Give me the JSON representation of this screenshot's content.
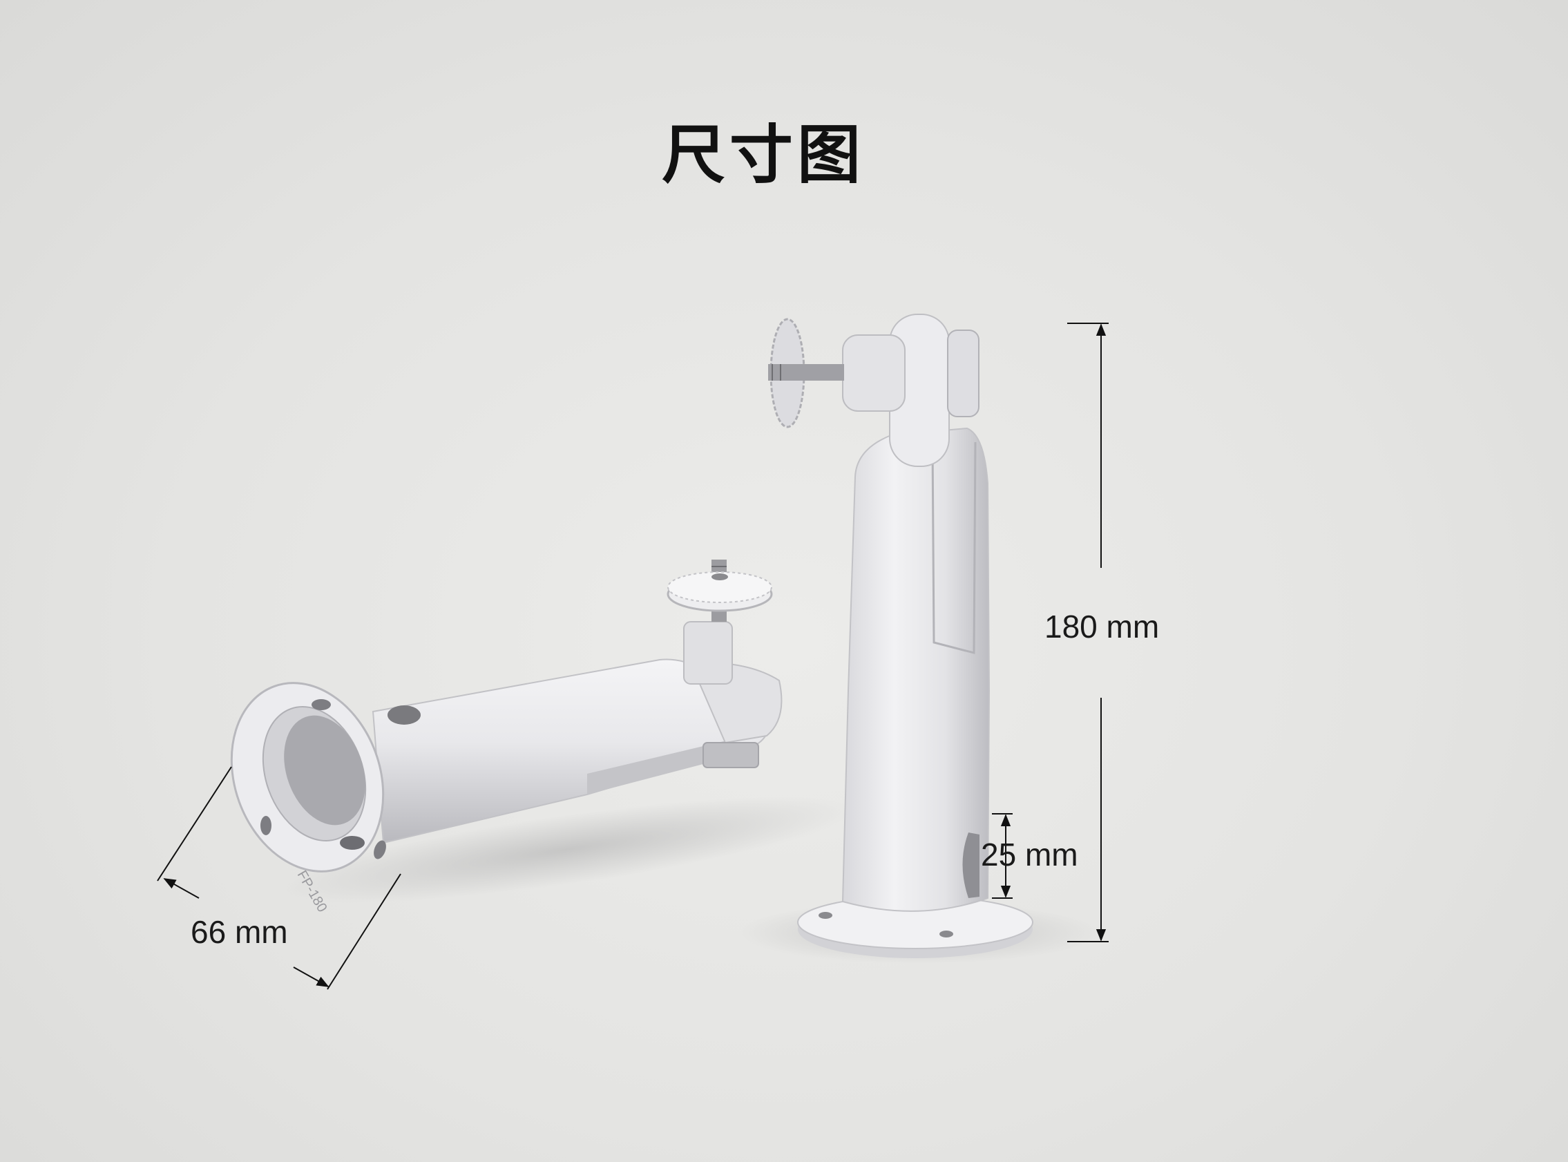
{
  "title": "尺寸图",
  "dimensions": {
    "height": "180 mm",
    "base_height": "25 mm",
    "diameter": "66 mm"
  },
  "engraving": "FP-180",
  "colors": {
    "background": "#e4e4e2",
    "product": "#e9e9ec",
    "text": "#1a1a1a"
  }
}
